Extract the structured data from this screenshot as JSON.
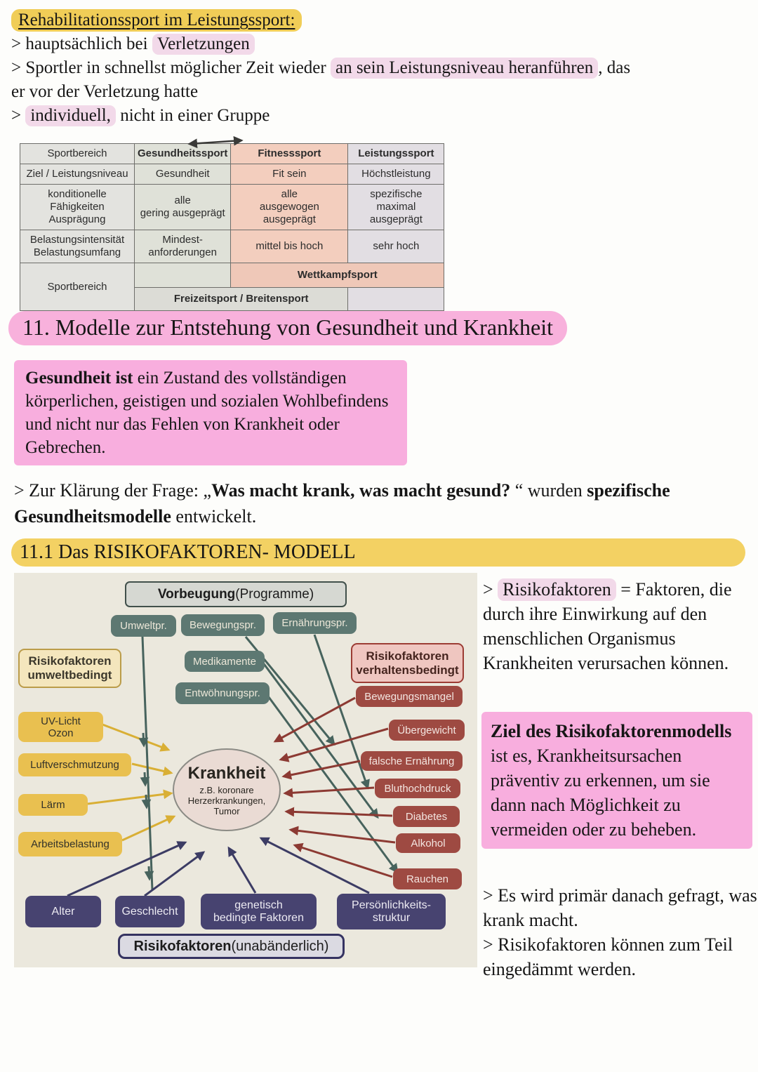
{
  "palette": {
    "yellow_highlight": "#f0cd57",
    "pink_highlight_strong": "#f8b1dc",
    "pink_highlight_soft": "#f2d9e9",
    "teal_box": "#5d7872",
    "yellow_box": "#e9c050",
    "red_box": "#9e4a42",
    "navy_box": "#474370",
    "paper": "#ebe8dd"
  },
  "intro": {
    "heading": "Rehabilitationssport im Leistungssport:",
    "b1_pre": "> hauptsächlich bei ",
    "b1_hl": "Verletzungen",
    "b2_pre": "> Sportler in schnellst möglicher Zeit wieder ",
    "b2_hl": "an sein Leistungsniveau heranführen",
    "b2_post": ", das",
    "b2_line2": "er vor der Verletzung hatte",
    "b3_pre": "> ",
    "b3_hl": "individuell,",
    "b3_post": " nicht in einer Gruppe"
  },
  "sport_table": {
    "col_headers": [
      "Sportbereich",
      "Gesundheitssport",
      "Fitnesssport",
      "Leistungssport"
    ],
    "rows": [
      {
        "label": "Ziel / Leistungsniveau",
        "gesundheit": "Gesundheit",
        "fitness": "Fit sein",
        "leistung": "Höchstleistung"
      },
      {
        "label": "konditionelle Fähigkeiten\nAusprägung",
        "gesundheit": "alle\ngering ausgeprägt",
        "fitness": "alle\nausgewogen ausgeprägt",
        "leistung": "spezifische\nmaximal ausgeprägt"
      },
      {
        "label": "Belastungsintensität\nBelastungsumfang",
        "gesundheit": "Mindest-\nanforderungen",
        "fitness": "mittel bis hoch",
        "leistung": "sehr hoch"
      }
    ],
    "bottom_label": "Sportbereich",
    "wettkampf": "Wettkampfsport",
    "freizeit": "Freizeitsport / Breitensport"
  },
  "section11": {
    "title": "11. Modelle zur Entstehung von Gesundheit und Krankheit",
    "def_bold": "Gesundheit ist",
    "def_rest": " ein Zustand des vollständigen körperlichen, geistigen und sozialen Wohlbefindens und nicht nur das Fehlen von Krankheit oder Gebrechen.",
    "q_pre": "> Zur Klärung der Frage: „",
    "q_bold": "Was macht krank, was macht gesund?",
    "q_mid": " “ wurden ",
    "q_bold2": "spezifische Gesundheitsmodelle",
    "q_post": " entwickelt.",
    "sub_heading": "11.1 Das RISIKOFAKTOREN- MODELL"
  },
  "diagram": {
    "vorbeugung_bold": "Vorbeugung",
    "vorbeugung_rest": " (Programme)",
    "programs": [
      "Umweltpr.",
      "Bewegungspr.",
      "Ernährungspr.",
      "Medikamente",
      "Entwöhnungspr."
    ],
    "rf_umwelt": "Risikofaktoren\numweltbedingt",
    "rf_verhalten": "Risikofaktoren\nverhaltensbedingt",
    "umwelt_factors": [
      "UV-Licht\nOzon",
      "Luftverschmutzung",
      "Lärm",
      "Arbeitsbelastung"
    ],
    "verhalten_factors": [
      "Bewegungsmangel",
      "Übergewicht",
      "falsche Ernährung",
      "Bluthochdruck",
      "Diabetes",
      "Alkohol",
      "Rauchen"
    ],
    "krankheit_title": "Krankheit",
    "krankheit_sub": "z.B. koronare\nHerzerkrankungen,\nTumor",
    "unab_factors": [
      "Alter",
      "Geschlecht",
      "genetisch\nbedingte Faktoren",
      "Persönlichkeits-\nstruktur"
    ],
    "rf_unab_bold": "Risikofaktoren",
    "rf_unab_rest": " (unabänderlich)"
  },
  "right_column": {
    "p1_pre": "> ",
    "p1_hl": "Risikofaktoren",
    "p1_post": " = Faktoren, die durch ihre Einwirkung auf den menschlichen Organismus Krankheiten verursachen können.",
    "goal_bold": "Ziel des Risikofaktorenmodells",
    "goal_rest": " ist es, Krankheitsursachen präventiv zu erkennen, um sie dann nach Möglichkeit zu vermeiden oder zu beheben.",
    "p2": "> Es wird primär danach gefragt, was krank macht.",
    "p3": "> Risikofaktoren können zum Teil eingedämmt werden."
  }
}
